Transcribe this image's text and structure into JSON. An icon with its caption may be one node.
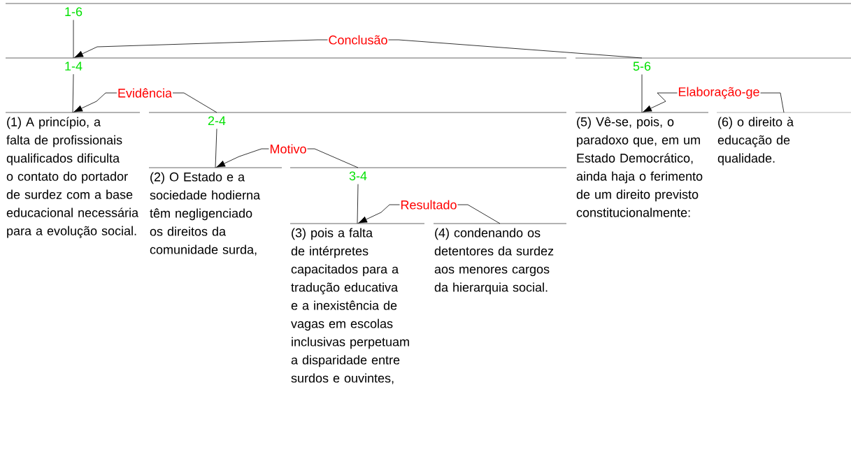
{
  "diagram": {
    "nodes": [
      {
        "text": [
          "1-6"
        ]
      },
      {
        "text": [
          "1-4"
        ]
      },
      {
        "text": [
          "5-6"
        ]
      },
      {
        "text": [
          "(1) A princípio, a falta de profissionais qualificados dificulta o contato do portador de surdez com a base educacional necessária para a evolução social."
        ]
      },
      {
        "text": [
          "2-4"
        ]
      },
      {
        "text": [
          "(5) Vê-se, pois, o paradoxo que, em um Estado Democrático, ainda haja o ferimento de um direito previsto constitucionalmente:"
        ]
      },
      {
        "text": [
          "(6) o direito à educação de qualidade."
        ]
      },
      {
        "text": [
          "(2) O Estado e a sociedade hodierna têm negligenciado os direitos da comunidade surda,"
        ]
      },
      {
        "text": [
          "3-4"
        ]
      },
      {
        "text": [
          "(3) pois a falta de intérpretes capacitados para a tradução educativa e a inexistência de vagas em escolas inclusivas perpetuam a disparidade entre surdos e ouvintes,"
        ]
      },
      {
        "text": [
          "(4) condenando os detentores da surdez aos menores cargos da hierarquia social."
        ]
      }
    ],
    "edges": [
      {
        "from": 0,
        "to": 1,
        "arrow": "none"
      },
      {
        "from": 2,
        "to": 1,
        "arrow": "to",
        "label": "Conclusão"
      },
      {
        "from": 1,
        "to": 3,
        "arrow": "none"
      },
      {
        "from": 4,
        "to": 3,
        "arrow": "to",
        "label": "Evidência"
      },
      {
        "from": 2,
        "to": 5,
        "arrow": "none"
      },
      {
        "from": 6,
        "to": 5,
        "arrow": "to",
        "label": "Elaboração-ge"
      },
      {
        "from": 4,
        "to": 7,
        "arrow": "none"
      },
      {
        "from": 8,
        "to": 7,
        "arrow": "to",
        "label": "Motivo"
      },
      {
        "from": 8,
        "to": 9,
        "arrow": "none"
      },
      {
        "from": 10,
        "to": 9,
        "arrow": "to",
        "label": "Resultado"
      }
    ]
  }
}
